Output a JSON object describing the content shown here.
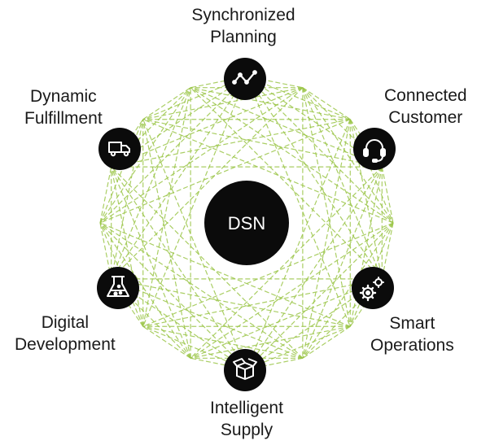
{
  "hub": {
    "label": "DSN"
  },
  "nodes": [
    {
      "id": "synchronized-planning",
      "label_line1": "Synchronized",
      "label_line2": "Planning",
      "icon": "line-chart-icon"
    },
    {
      "id": "connected-customer",
      "label_line1": "Connected",
      "label_line2": "Customer",
      "icon": "headset-icon"
    },
    {
      "id": "smart-operations",
      "label_line1": "Smart",
      "label_line2": "Operations",
      "icon": "gears-icon"
    },
    {
      "id": "intelligent-supply",
      "label_line1": "Intelligent",
      "label_line2": "Supply",
      "icon": "box-icon"
    },
    {
      "id": "digital-development",
      "label_line1": "Digital",
      "label_line2": "Development",
      "icon": "flask-icon"
    },
    {
      "id": "dynamic-fulfillment",
      "label_line1": "Dynamic",
      "label_line2": "Fulfillment",
      "icon": "truck-icon"
    }
  ],
  "colors": {
    "node_fill": "#0b0b0b",
    "mesh_line": "#9cc64a",
    "icon_stroke": "#ffffff",
    "text": "#1a1a1a"
  }
}
